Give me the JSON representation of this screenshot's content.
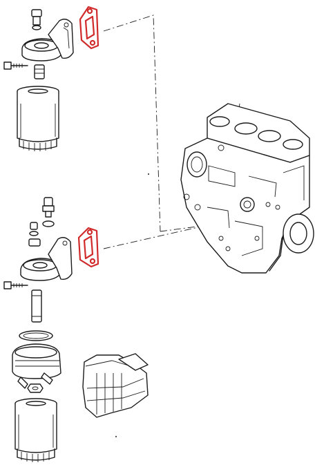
{
  "diagram": {
    "highlight_color": "#d12a2a",
    "line_color": "#1a1a1a",
    "background": "#ffffff",
    "parts": [
      "oil-filter-bracket-upper",
      "gasket-upper-highlighted",
      "oil-filter-upper",
      "engine-block",
      "oil-pressure-switch",
      "oil-filter-bracket-lower",
      "gasket-lower-highlighted",
      "oil-cooler",
      "heat-shield",
      "oil-filter-lower"
    ]
  }
}
